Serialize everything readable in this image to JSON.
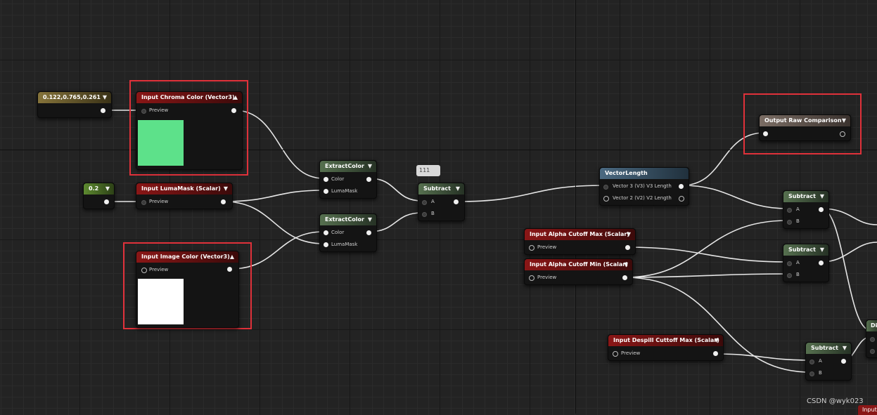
{
  "nodes": {
    "const_vec": {
      "title": "0.122,0.765,0.261"
    },
    "chroma": {
      "title": "Input Chroma Color (Vector3)",
      "preview_label": "Preview",
      "swatch_color": "#5de18a"
    },
    "const_scalar": {
      "title": "0.2"
    },
    "luma": {
      "title": "Input LumaMask (Scalar)",
      "preview_label": "Preview"
    },
    "image": {
      "title": "Input Image Color (Vector3)",
      "preview_label": "Preview",
      "swatch_color": "#ffffff"
    },
    "extract1": {
      "title": "ExtractColor",
      "in_color": "Color",
      "in_luma": "LumaMask"
    },
    "extract2": {
      "title": "ExtractColor",
      "in_color": "Color",
      "in_luma": "LumaMask"
    },
    "subtract_main": {
      "title": "Subtract",
      "in_a": "A",
      "in_b": "B"
    },
    "vector_length": {
      "title": "VectorLength",
      "row1": "Vector 3 (V3)  V3 Length",
      "row2": "Vector 2 (V2)  V2 Length"
    },
    "output_raw": {
      "title": "Output Raw Comparison"
    },
    "subtract_r1": {
      "title": "Subtract",
      "in_a": "A",
      "in_b": "B"
    },
    "subtract_r2": {
      "title": "Subtract",
      "in_a": "A",
      "in_b": "B"
    },
    "subtract_r3": {
      "title": "Subtract",
      "in_a": "A",
      "in_b": "B"
    },
    "alpha_max": {
      "title": "Input Alpha Cutoff Max (Scalar)",
      "preview_label": "Preview"
    },
    "alpha_min": {
      "title": "Input Alpha Cutoff Min (Scalar)",
      "preview_label": "Preview"
    },
    "despill": {
      "title": "Input Despill Cuttoff Max (Scalar)",
      "preview_label": "Preview"
    },
    "div_partial": {
      "title": "Di"
    }
  },
  "comment_bubble": {
    "text": "111"
  },
  "watermark": "CSDN @wyk023",
  "corner_partial": "Input",
  "colors": {
    "highlight": "#e0313a",
    "wire": "#e8e8e8",
    "graph_bg": "#232323"
  }
}
